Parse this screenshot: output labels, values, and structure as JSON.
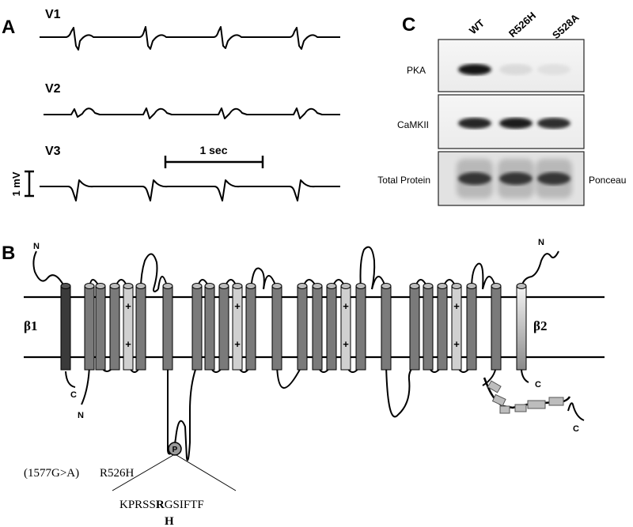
{
  "panel_a": {
    "label": "A",
    "leads": [
      "V1",
      "V2",
      "V3"
    ],
    "time_scale": "1 sec",
    "voltage_scale": "1 mV"
  },
  "panel_b": {
    "label": "B",
    "beta1_label": "β1",
    "beta2_label": "β2",
    "n_term": "N",
    "c_term": "C",
    "plus": "+",
    "phospho": "P",
    "mutation_cdna": "(1577G>A)",
    "mutation_protein": "R526H",
    "sequence_left": "KPRSS",
    "sequence_mutated": "R",
    "sequence_right": "GSIFTF",
    "substitution": "H"
  },
  "panel_c": {
    "label": "C",
    "lanes": [
      "WT",
      "R526H",
      "S528A"
    ],
    "rows": [
      "PKA",
      "CaMKII",
      "Total Protein"
    ],
    "right_label": "Ponceau",
    "band_intensity": {
      "PKA": [
        1.0,
        0.08,
        0.05
      ],
      "CaMKII": [
        0.92,
        0.95,
        0.88
      ],
      "Total Protein": [
        0.85,
        0.85,
        0.85
      ]
    }
  }
}
